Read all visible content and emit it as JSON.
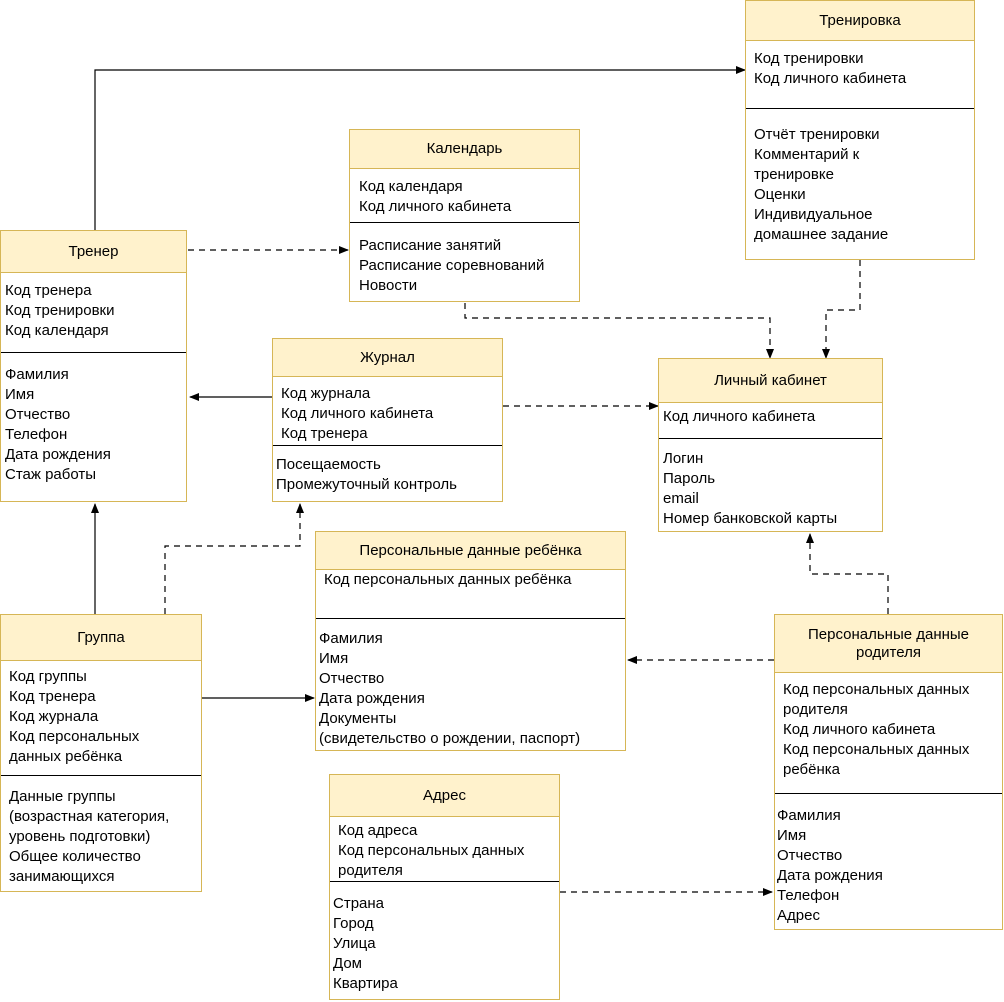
{
  "entities": {
    "trainer": {
      "title": "Тренер",
      "keys": "Код тренера\nКод тренировки\nКод календаря",
      "attrs": "Фамилия\nИмя\nОтчество\nТелефон\nДата рождения\nСтаж работы"
    },
    "training": {
      "title": "Тренировка",
      "keys": "Код тренировки\nКод личного кабинета",
      "attrs": "Отчёт тренировки\nКомментарий к\nтренировке\nОценки\nИндивидуальное\nдомашнее задание"
    },
    "calendar": {
      "title": "Календарь",
      "keys": "Код календаря\nКод личного кабинета",
      "attrs": "Расписание занятий\nРасписание соревнований\nНовости"
    },
    "journal": {
      "title": "Журнал",
      "keys": "Код журнала\nКод личного кабинета\nКод тренера",
      "attrs": "Посещаемость\nПромежуточный контроль"
    },
    "account": {
      "title": "Личный кабинет",
      "keys": "Код личного кабинета",
      "attrs": "Логин\nПароль\nemail\nНомер банковской карты"
    },
    "child_data": {
      "title": "Персональные данные ребёнка",
      "keys": "Код персональных данных ребёнка",
      "attrs": "Фамилия\nИмя\nОтчество\nДата рождения\nДокументы\n(свидетельство о рождении, паспорт)"
    },
    "group": {
      "title": "Группа",
      "keys": "Код группы\nКод тренера\nКод журнала\nКод персональных\nданных ребёнка",
      "attrs": "Данные группы\n(возрастная категория,\nуровень подготовки)\nОбщее количество\nзанимающихся"
    },
    "parent_data": {
      "title": "Персональные данные\nродителя",
      "keys": "Код персональных данных\nродителя\nКод личного кабинета\nКод персональных данных\nребёнка",
      "attrs": "Фамилия\nИмя\nОтчество\nДата рождения\nТелефон\nАдрес"
    },
    "address": {
      "title": "Адрес",
      "keys": "Код адреса\nКод персональных данных\nродителя",
      "attrs": "Страна\nГород\nУлица\nДом\nКвартира"
    }
  },
  "colors": {
    "header_fill": "#fff2cc",
    "border": "#d6b656",
    "line": "#000000"
  }
}
